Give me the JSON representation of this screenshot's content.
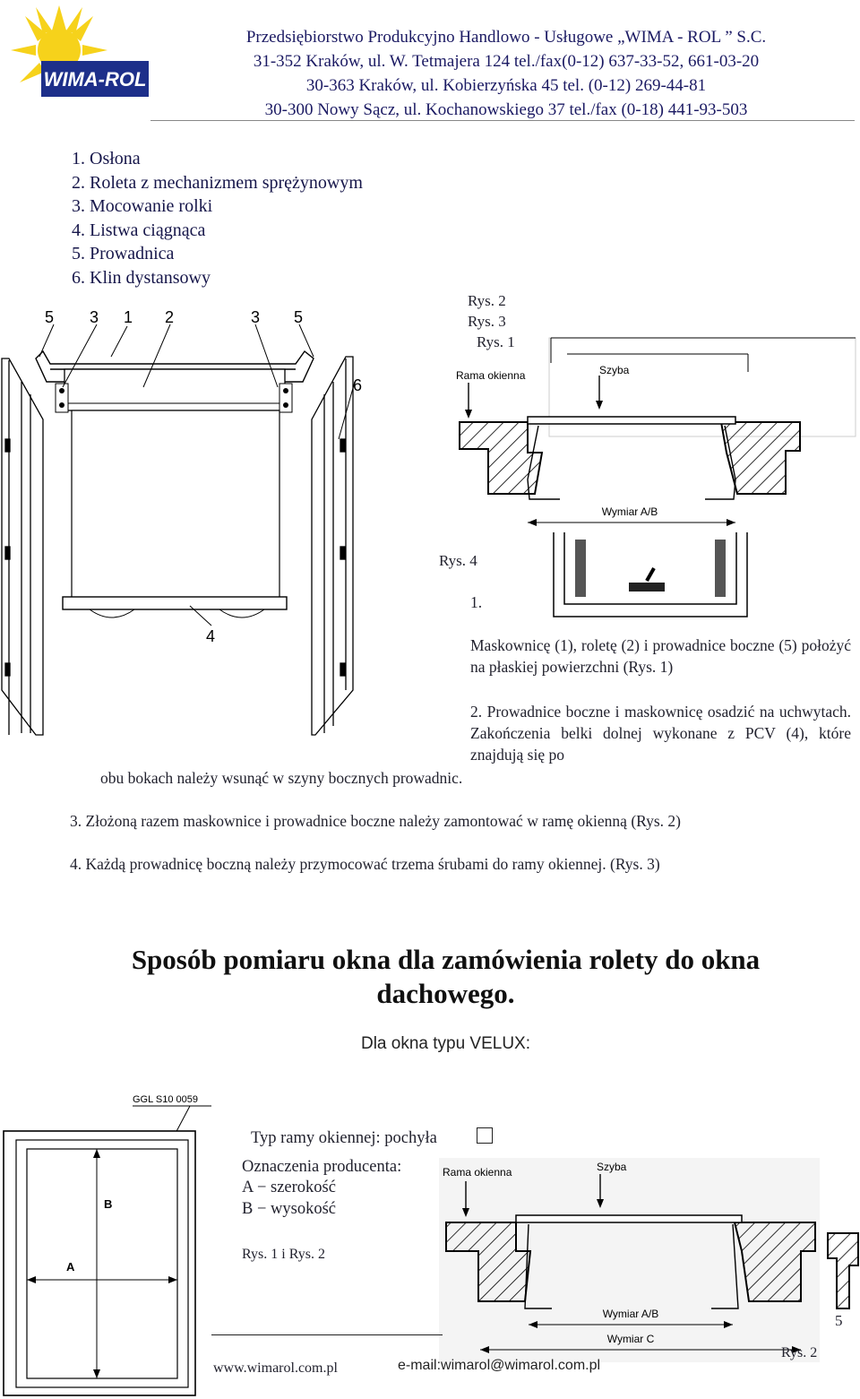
{
  "header": {
    "logo_text": "WIMA-ROL",
    "lines": [
      "Przedsiębiorstwo Produkcyjno Handlowo - Usługowe  „WIMA - ROL ” S.C.",
      "31-352 Kraków, ul. W. Tetmajera 124 tel./fax(0-12) 637-33-52, 661-03-20",
      "30-363 Kraków, ul. Kobierzyńska 45 tel. (0-12) 269-44-81",
      "30-300 Nowy Sącz, ul. Kochanowskiego 37 tel./fax (0-18) 441-93-503"
    ]
  },
  "parts_list": [
    "1.  Osłona",
    "2.  Roleta z mechanizmem sprężynowym",
    "3.  Mocowanie rolki",
    "4.  Listwa ciągnąca",
    "5.  Prowadnica",
    "6.  Klin dystansowy"
  ],
  "figure_refs": {
    "rys2": "Rys. 2",
    "rys3": "Rys. 3",
    "rys1": "Rys. 1",
    "rys4": "Rys. 4"
  },
  "roller_callouts": {
    "c5a": "5",
    "c3a": "3",
    "c1": "1",
    "c2": "2",
    "c3b": "3",
    "c5b": "5",
    "c6": "6",
    "c4": "4"
  },
  "section_labels": {
    "rama": "Rama okienna",
    "szyba": "Szyba",
    "wymiar_ab": "Wymiar A/B",
    "wymiar_c": "Wymiar C"
  },
  "instructions": {
    "step1_num": "1.",
    "step1": "Maskownicę (1), roletę (2) i prowadnice boczne (5) położyć na płaskiej powierzchni (Rys. 1)",
    "step2_a": "2.  Prowadnice boczne i maskownicę osadzić na uchwytach. Zakończenia belki dolnej wykonane z PCV (4), które znajdują się po",
    "step2_b": "obu bokach należy wsunąć w szyny bocznych prowadnic.",
    "step3": "3.  Złożoną razem maskownice i prowadnice boczne należy zamontować w ramę okienną (Rys. 2)",
    "step4": "4.  Każdą prowadnicę boczną należy przymocować trzema śrubami do ramy okiennej. (Rys. 3)"
  },
  "measure": {
    "title": "Sposób pomiaru okna dla zamówienia rolety do okna dachowego.",
    "subtitle": "Dla okna typu VELUX:",
    "model_code": "GGL S10 0059",
    "dim_a": "A",
    "dim_b": "B",
    "frame_type": "Typ ramy okiennej: pochyła",
    "markings_title": "Oznaczenia producenta:",
    "a_desc": "A  − szerokość",
    "b_desc": "B  − wysokość",
    "refs": "Rys. 1 i Rys. 2",
    "rys2": "Rys. 2"
  },
  "footer": {
    "website": "www.wimarol.com.pl",
    "email": "e-mail:wimarol@wimarol.com.pl",
    "page": "5"
  }
}
